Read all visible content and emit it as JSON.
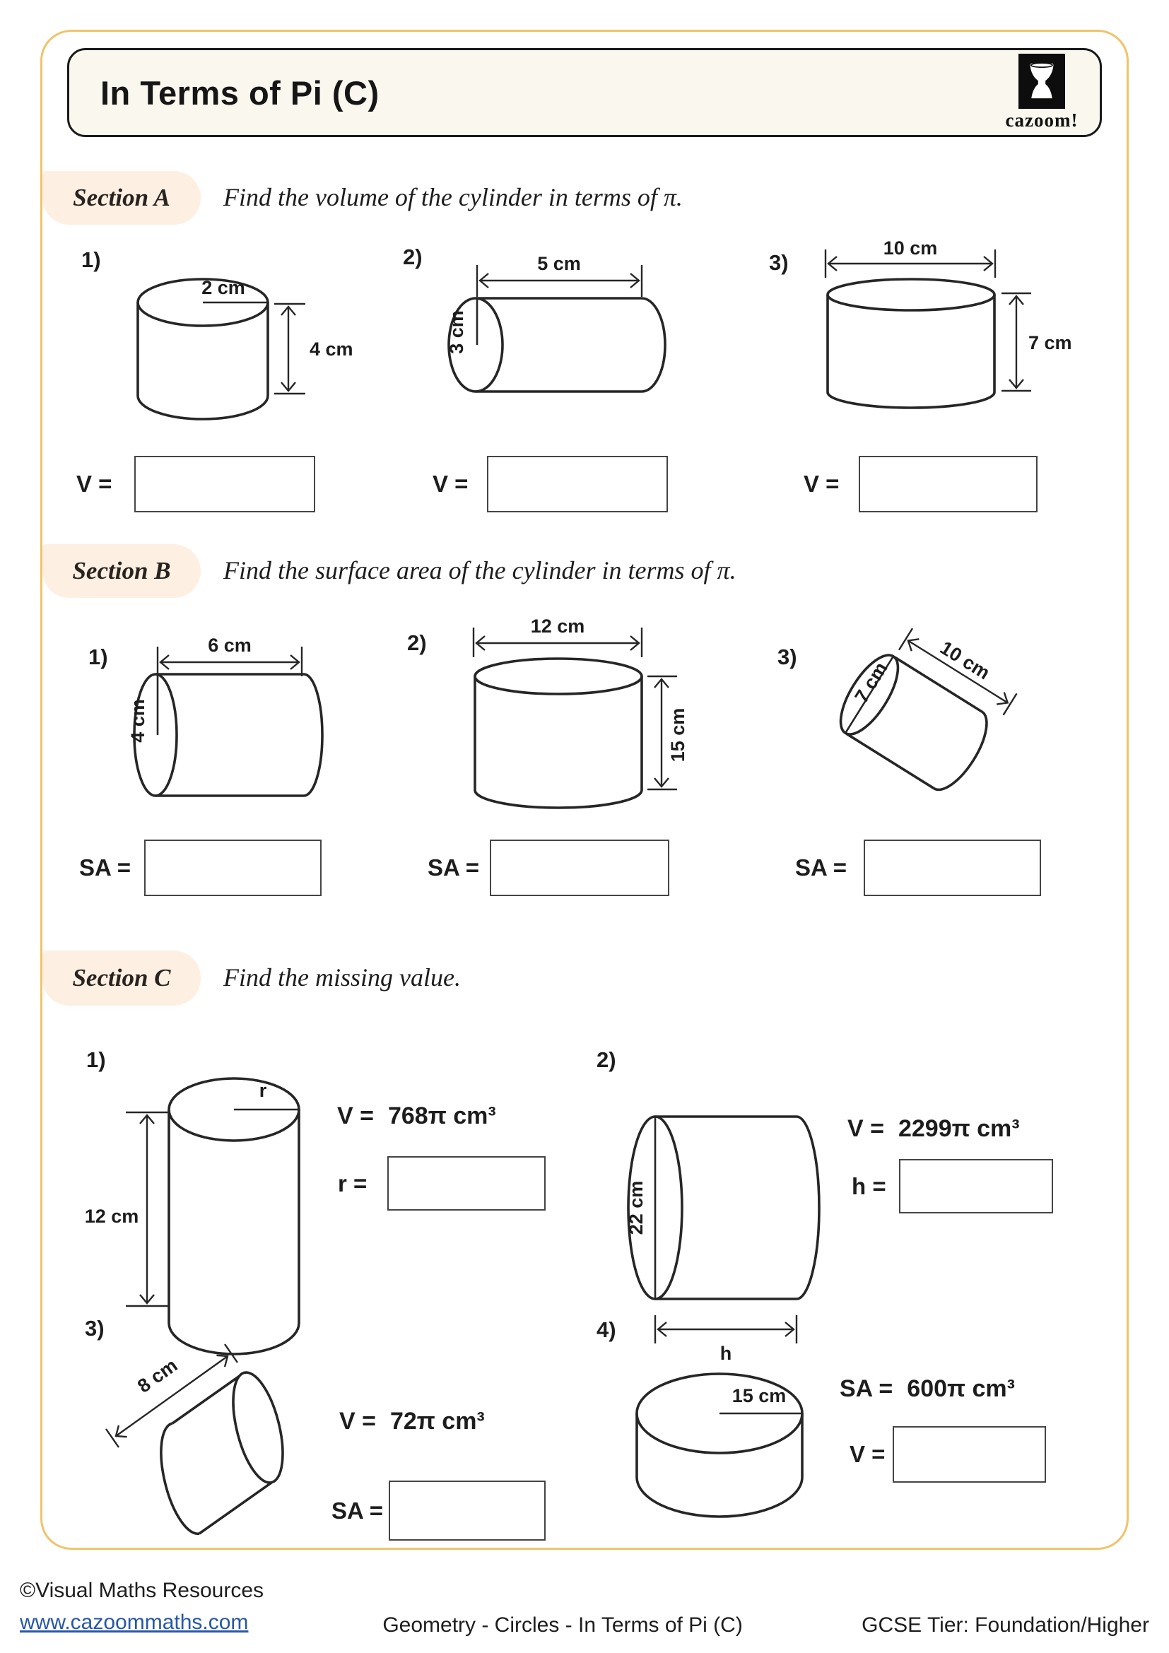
{
  "header": {
    "title": "In Terms of Pi (C)",
    "logo_text": "cazoom!"
  },
  "colors": {
    "page_border": "#f1c36a",
    "section_bg": "#fdf0e2",
    "header_bg": "#faf7ee",
    "ink": "#1d1d1d",
    "link": "#2757a8"
  },
  "sections": {
    "a": {
      "label": "Section A",
      "instruction": "Find the volume of the cylinder in terms of π."
    },
    "b": {
      "label": "Section B",
      "instruction": "Find the surface area of the cylinder in terms of π."
    },
    "c": {
      "label": "Section C",
      "instruction": "Find the missing value."
    }
  },
  "problems": {
    "a1": {
      "number": "1)",
      "radius": "2 cm",
      "height": "4 cm",
      "answer_label": "V ="
    },
    "a2": {
      "number": "2)",
      "length": "5 cm",
      "radius": "3 cm",
      "answer_label": "V ="
    },
    "a3": {
      "number": "3)",
      "diameter": "10 cm",
      "height": "7 cm",
      "answer_label": "V ="
    },
    "b1": {
      "number": "1)",
      "length": "6 cm",
      "radius": "4 cm",
      "answer_label": "SA ="
    },
    "b2": {
      "number": "2)",
      "diameter": "12 cm",
      "height": "15 cm",
      "answer_label": "SA ="
    },
    "b3": {
      "number": "3)",
      "diameter": "7 cm",
      "length": "10 cm",
      "answer_label": "SA ="
    },
    "c1": {
      "number": "1)",
      "radius": "r",
      "height": "12 cm",
      "given_label": "V =",
      "given_value": "768π cm³",
      "answer_label": "r ="
    },
    "c2": {
      "number": "2)",
      "diameter": "22 cm",
      "length": "h",
      "given_label": "V =",
      "given_value": "2299π cm³",
      "answer_label": "h ="
    },
    "c3": {
      "number": "3)",
      "length": "8 cm",
      "given_label": "V =",
      "given_value": "72π cm³",
      "answer_label": "SA ="
    },
    "c4": {
      "number": "4)",
      "radius": "15 cm",
      "given_label": "SA =",
      "given_value": "600π cm³",
      "answer_label": "V ="
    }
  },
  "footer": {
    "copyright": "©Visual Maths Resources",
    "website": "www.cazoommaths.com",
    "center": "Geometry - Circles - In Terms of Pi (C)",
    "right": "GCSE Tier: Foundation/Higher"
  }
}
